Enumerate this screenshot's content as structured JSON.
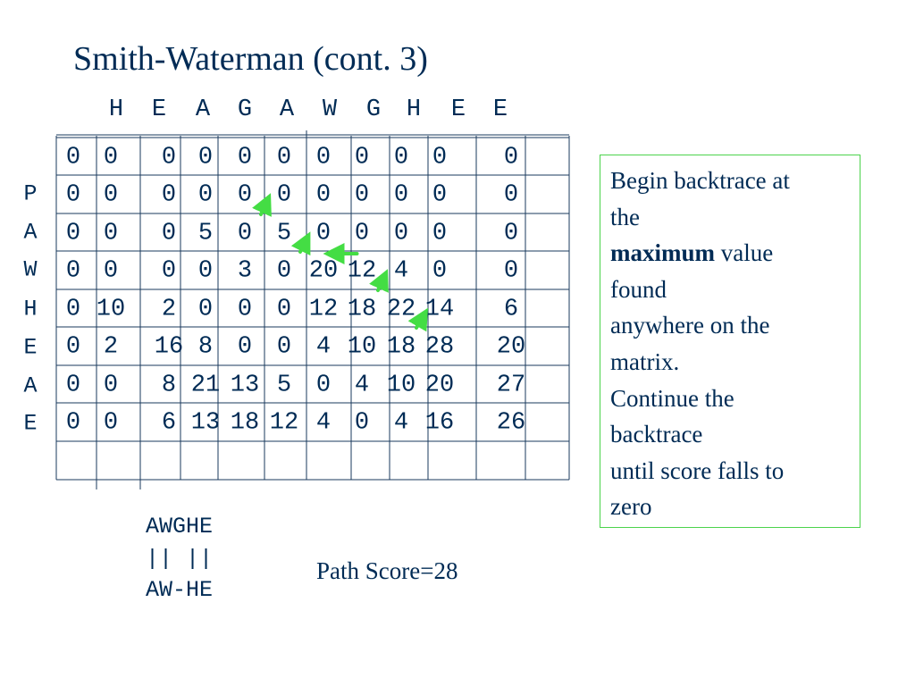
{
  "slide": {
    "title": "Smith-Waterman (cont. 3)"
  },
  "sequence_top": [
    "H",
    "E",
    "A",
    "G",
    "A",
    "W",
    "G",
    "H",
    "E",
    "E"
  ],
  "sequence_side": [
    "P",
    "A",
    "W",
    "H",
    "E",
    "A",
    "E"
  ],
  "score_matrix": [
    [
      "0",
      "0",
      "0",
      "0",
      "0",
      "0",
      "0",
      "0",
      "0",
      "0",
      "0"
    ],
    [
      "0",
      "0",
      "0",
      "0",
      "0",
      "0",
      "0",
      "0",
      "0",
      "0",
      "0"
    ],
    [
      "0",
      "0",
      "0",
      "5",
      "0",
      "5",
      "0",
      "0",
      "0",
      "0",
      "0"
    ],
    [
      "0",
      "0",
      "0",
      "0",
      "3",
      "0",
      "20",
      "12",
      "4",
      "0",
      "0"
    ],
    [
      "0",
      "10",
      "2",
      "0",
      "0",
      "0",
      "12",
      "18",
      "22",
      "14",
      "6"
    ],
    [
      "0",
      "2",
      "16",
      "8",
      "0",
      "0",
      "4",
      "10",
      "18",
      "28",
      "20"
    ],
    [
      "0",
      "0",
      "8",
      "21",
      "13",
      "5",
      "0",
      "4",
      "10",
      "20",
      "27"
    ],
    [
      "0",
      "0",
      "6",
      "13",
      "18",
      "12",
      "4",
      "0",
      "4",
      "16",
      "26"
    ]
  ],
  "backtrace_arrows": [
    {
      "direction": "diagonal",
      "from_cell": [
        5,
        9
      ],
      "to_cell": [
        4,
        8
      ]
    },
    {
      "direction": "diagonal",
      "from_cell": [
        4,
        8
      ],
      "to_cell": [
        3,
        7
      ]
    },
    {
      "direction": "left",
      "from_cell": [
        3,
        7
      ],
      "to_cell": [
        3,
        6
      ]
    },
    {
      "direction": "diagonal",
      "from_cell": [
        3,
        6
      ],
      "to_cell": [
        2,
        5
      ]
    },
    {
      "direction": "diagonal",
      "from_cell": [
        2,
        5
      ],
      "to_cell": [
        1,
        4
      ]
    }
  ],
  "arrow_color": "#44dd44",
  "text_color": "#002b55",
  "box_border_color": "#4cd34c",
  "info_box": {
    "line_1": "Begin backtrace at",
    "line_2": "the",
    "line_3_bold": "maximum",
    "line_3_rest": " value",
    "line_4": "found",
    "line_5": "anywhere on the",
    "line_6": "matrix.",
    "line_7": "Continue the",
    "line_8": "backtrace",
    "line_9": "until score falls to",
    "line_10": "zero"
  },
  "alignment": {
    "top": "AWGHE",
    "middle": "|| ||",
    "bottom": "AW-HE"
  },
  "path_score": "Path Score=28"
}
